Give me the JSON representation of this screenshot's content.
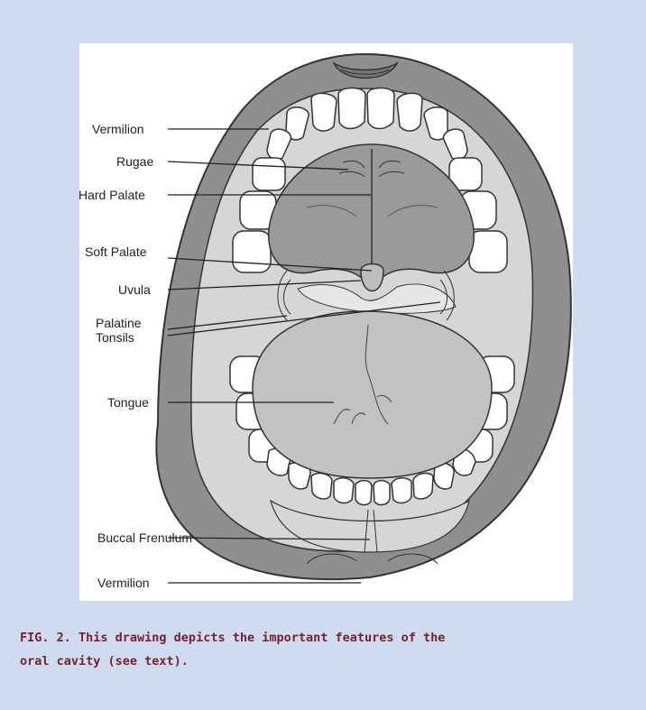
{
  "labels": {
    "vermilion_upper": "Vermilion",
    "rugae": "Rugae",
    "hard_palate": "Hard Palate",
    "soft_palate": "Soft Palate",
    "uvula": "Uvula",
    "palatine_tonsils_line1": "Palatine",
    "palatine_tonsils_line2": "Tonsils",
    "tongue": "Tongue",
    "buccal_frenulum": "Buccal Frenulum",
    "vermilion_lower": "Vermilion"
  },
  "caption": {
    "line1": "FIG. 2. This drawing depicts the important features of the",
    "line2": "oral cavity (see text)."
  },
  "colors": {
    "background": "#cfdcf0",
    "lip": "#8f8f8f",
    "gum": "#d6d6d6",
    "palate": "#9a9a9a",
    "tongue": "#c2c2c2",
    "caption": "#7a1f2e"
  }
}
